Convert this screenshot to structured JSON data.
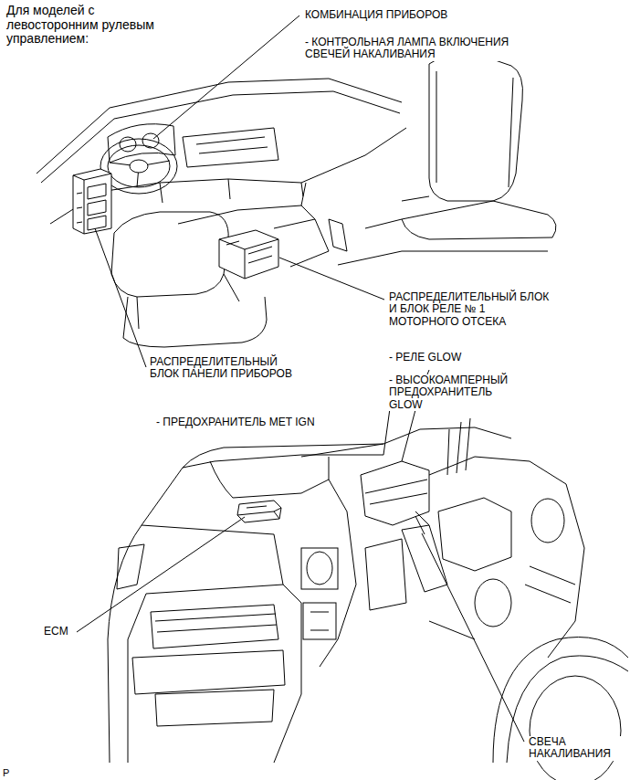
{
  "diagram": {
    "title": "Для моделей с левосторонним рулевым управлением:",
    "labels": [
      "КОМБИНАЦИЯ ПРИБОРОВ",
      "- КОНТРОЛЬНАЯ ЛАМПА ВКЛЮЧЕНИЯ СВЕЧЕЙ НАКАЛИВАНИЯ",
      "РАСПРЕДЕЛИТЕЛЬНЫЙ БЛОК И БЛОК РЕЛЕ № 1 МОТОРНОГО ОТСЕКА",
      "- РЕЛЕ GLOW",
      "- ВЫСОКОАМПЕРНЫЙ ПРЕДОХРАНИТЕЛЬ GLOW",
      "РАСПРЕДЕЛИТЕЛЬНЫЙ БЛОК ПАНЕЛИ ПРИБОРОВ",
      "- ПРЕДОХРАНИТЕЛЬ MET IGN",
      "ECM",
      "СВЕЧА НАКАЛИВАНИЯ",
      "P"
    ]
  }
}
